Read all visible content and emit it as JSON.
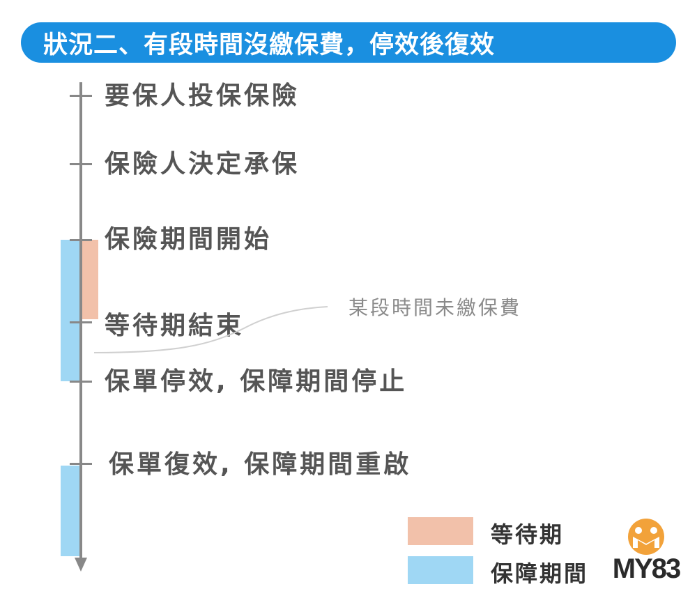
{
  "title": "狀況二、有段時間沒繳保費，停效後復效",
  "events": [
    "要保人投保保險",
    "保險人決定承保",
    "保險期間開始",
    "等待期結束",
    "保單停效, 保障期間停止",
    "保單復效, 保障期間重啟"
  ],
  "annotation": "某段時間未繳保費",
  "legend": {
    "waiting": "等待期",
    "coverage": "保障期間"
  },
  "colors": {
    "header": "#1a8fe0",
    "waiting": "#f2c1aa",
    "coverage": "#9fd7f4",
    "axis": "#888888"
  },
  "logo": "MY83"
}
